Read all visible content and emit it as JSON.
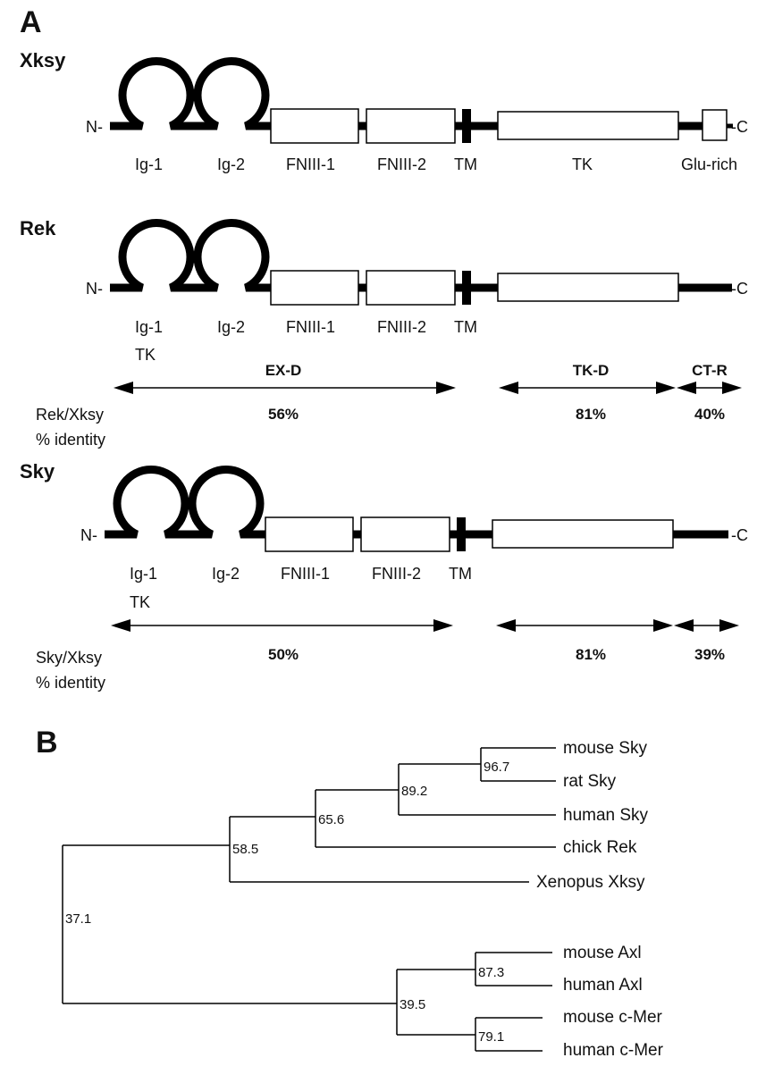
{
  "panel_a": {
    "label": "A",
    "proteins": [
      {
        "name": "Xksy",
        "domains": [
          "Ig-1",
          "Ig-2",
          "FNIII-1",
          "FNIII-2",
          "TM",
          "TK",
          "Glu-rich"
        ],
        "n_term": "N-",
        "c_term": "-C",
        "extra_label": ""
      },
      {
        "name": "Rek",
        "domains": [
          "Ig-1",
          "Ig-2",
          "FNIII-1",
          "FNIII-2",
          "TM"
        ],
        "n_term": "N-",
        "c_term": "-C",
        "extra_label": "TK"
      },
      {
        "name": "Sky",
        "domains": [
          "Ig-1",
          "Ig-2",
          "FNIII-1",
          "FNIII-2",
          "TM"
        ],
        "n_term": "N-",
        "c_term": "-C",
        "extra_label": "TK"
      }
    ],
    "region_labels": [
      "EX-D",
      "TK-D",
      "CT-R"
    ],
    "comparisons": [
      {
        "label": "Rek/Xksy",
        "sublabel": "% identity",
        "values": [
          "56%",
          "81%",
          "40%"
        ]
      },
      {
        "label": "Sky/Xksy",
        "sublabel": "% identity",
        "values": [
          "50%",
          "81%",
          "39%"
        ]
      }
    ]
  },
  "panel_b": {
    "label": "B",
    "leaves": [
      "mouse Sky",
      "rat Sky",
      "human Sky",
      "chick Rek",
      "Xenopus Xksy",
      "mouse Axl",
      "human Axl",
      "mouse c-Mer",
      "human c-Mer"
    ],
    "nodes": [
      "96.7",
      "89.2",
      "65.6",
      "58.5",
      "37.1",
      "87.3",
      "39.5",
      "79.1"
    ]
  }
}
